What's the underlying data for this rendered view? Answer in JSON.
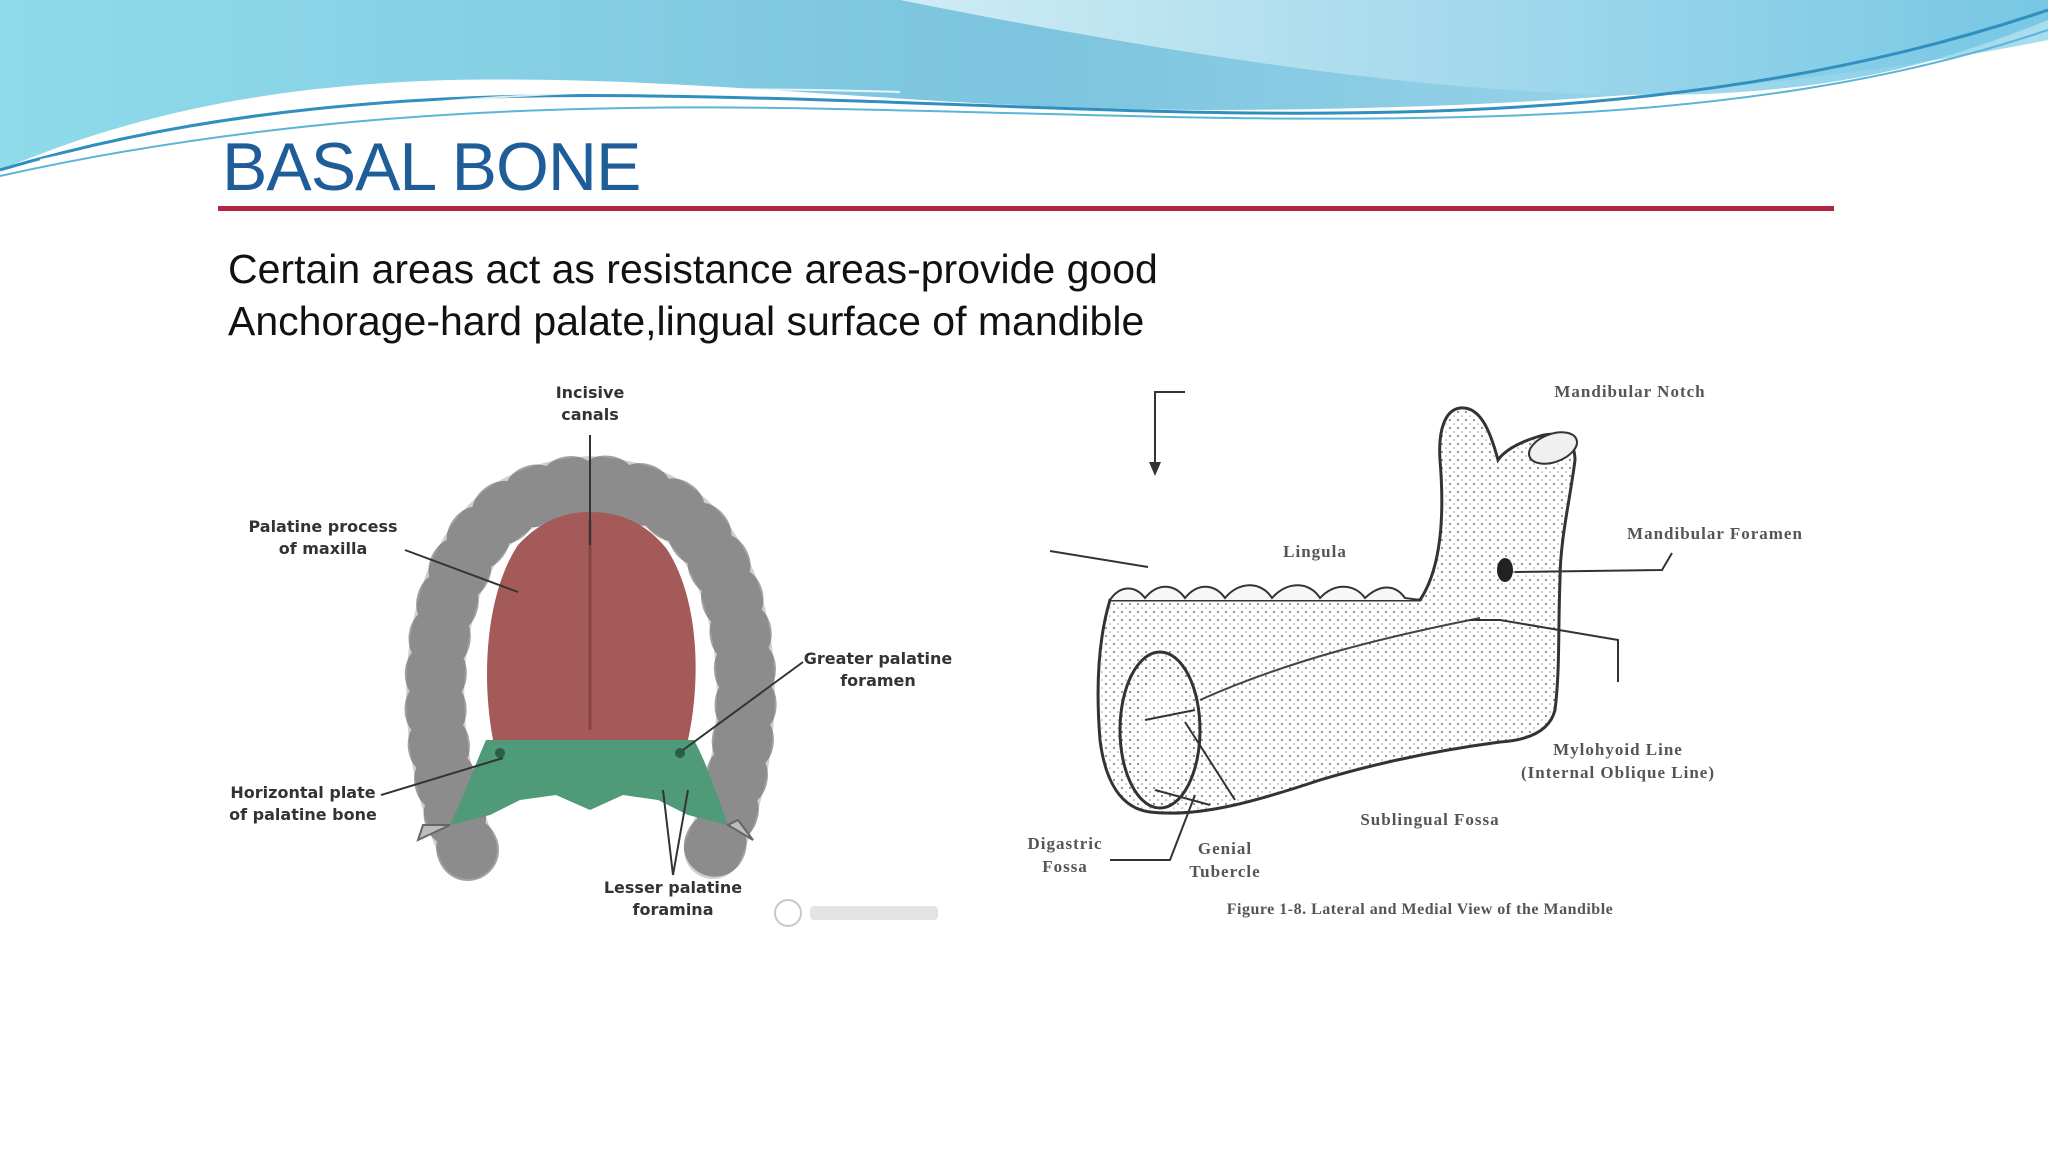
{
  "slide": {
    "title": "BASAL BONE",
    "body_lines": [
      "Certain areas act as resistance areas-provide good",
      "Anchorage-hard palate,lingual surface of mandible"
    ],
    "colors": {
      "title": "#1f5d99",
      "rule": "#b0253f",
      "wave_light": "#bfe6f1",
      "wave_mid": "#6fc6dd",
      "wave_dark": "#2f8fbf",
      "palate": "#a55a5a",
      "palatine_bone": "#4f9a78"
    }
  },
  "palate_figure": {
    "labels": {
      "incisive": "Incisive\ncanals",
      "palatine_process": "Palatine process\nof maxilla",
      "greater_palatine": "Greater palatine\nforamen",
      "horizontal_plate": "Horizontal plate\nof palatine bone",
      "lesser_palatine": "Lesser palatine\nforamina"
    },
    "watermark_icon": "copyright-icon"
  },
  "mandible_figure": {
    "labels": {
      "mandibular_notch": "Mandibular Notch",
      "mandibular_foramen": "Mandibular Foramen",
      "lingula": "Lingula",
      "mylohyoid_line": "Mylohyoid Line\n(Internal Oblique Line)",
      "sublingual_fossa": "Sublingual Fossa",
      "digastric_fossa": "Digastric\nFossa",
      "genial_tubercle": "Genial\nTubercle"
    },
    "caption": "Figure 1-8. Lateral and Medial View of the Mandible"
  }
}
